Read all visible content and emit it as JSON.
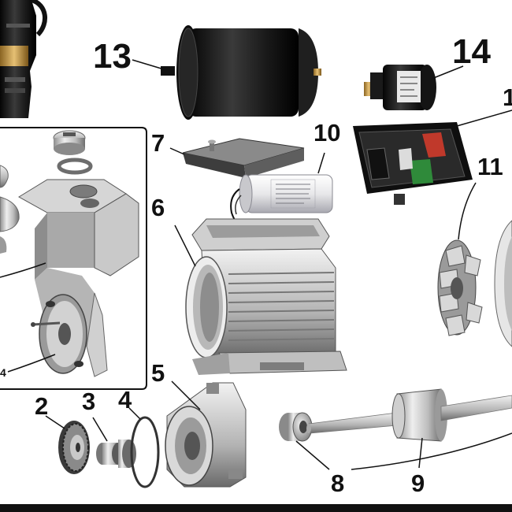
{
  "colors": {
    "ink": "#111111",
    "metal_light": "#e4e4e4",
    "metal_mid": "#a9a9a9",
    "metal_dark": "#555555",
    "black_part": "#1c1c1c",
    "green_terminal": "#2f8a3a",
    "red_accent": "#c0392b",
    "brass": "#c59a45"
  },
  "labels": {
    "p2": "2",
    "p3": "3",
    "p4": "4",
    "p4_small": "4",
    "p5": "5",
    "p6": "6",
    "p7": "7",
    "p8": "8",
    "p9": "9",
    "p10": "10",
    "p11": "11",
    "p12_partial": "1",
    "p13": "13",
    "p14": "14"
  }
}
